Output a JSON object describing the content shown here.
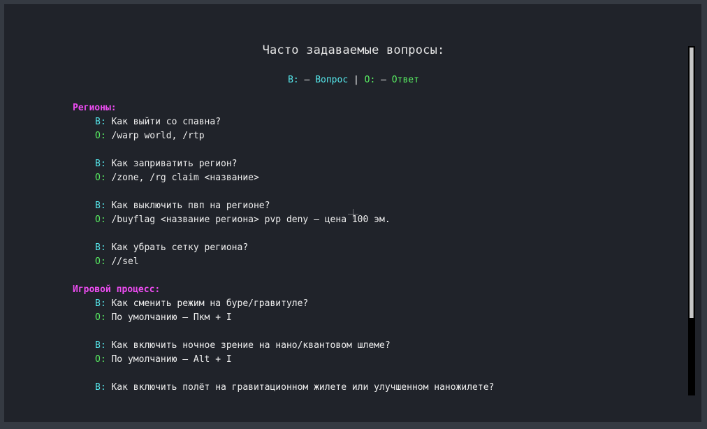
{
  "title": "Часто задаваемые вопросы:",
  "legend": {
    "q_prefix": "В:",
    "q_dash": " – ",
    "q_label": "Вопрос",
    "separator": " | ",
    "a_prefix": "О:",
    "a_dash": " – ",
    "a_label": "Ответ"
  },
  "sections": [
    {
      "title": "Регионы:",
      "items": [
        {
          "q": "Как выйти со спавна?",
          "a": "/warp world, /rtp"
        },
        {
          "q": "Как заприватить регион?",
          "a": "/zone, /rg claim <название>"
        },
        {
          "q": "Как выключить пвп на регионе?",
          "a": "/buyflag <название региона> pvp deny – цена 100 эм."
        },
        {
          "q": "Как убрать сетку региона?",
          "a": "//sel"
        }
      ]
    },
    {
      "title": "Игровой процесс:",
      "items": [
        {
          "q": "Как сменить режим на буре/гравитуле?",
          "a": "По умолчанию – Пкм + I"
        },
        {
          "q": "Как включить ночное зрение на нано/квантовом шлеме?",
          "a": "По умолчанию – Alt + I"
        },
        {
          "q": "Как включить полёт на гравитационном жилете или улучшенном наножилете?"
        }
      ]
    }
  ],
  "qa_prefix": {
    "q": "В: ",
    "a": "О: "
  },
  "scrollbar": {
    "thumb_fraction": 0.78
  },
  "colors": {
    "background": "#20232a",
    "question": "#56e8ec",
    "answer": "#59ef63",
    "section": "#ee4cf2",
    "text": "#eeeeee"
  }
}
